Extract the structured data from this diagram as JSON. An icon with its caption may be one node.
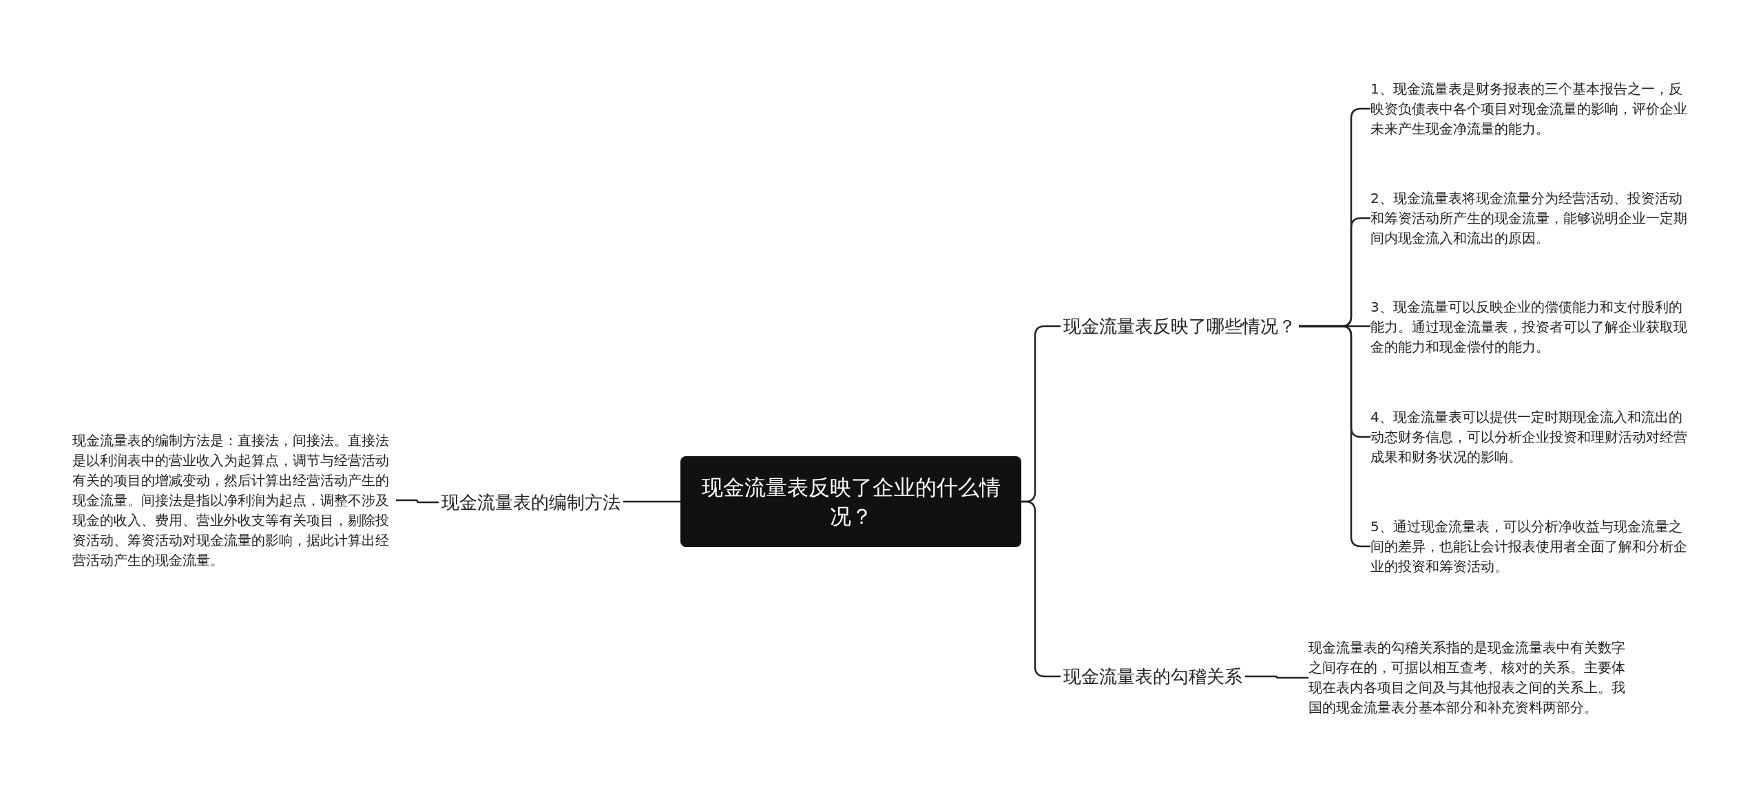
{
  "diagram": {
    "nodes": [
      {
        "text": [
          "现金流量表反映了企业的什么情况？"
        ]
      },
      {
        "text": [
          "现金流量表的编制方法"
        ]
      },
      {
        "text": [
          "现金流量表的编制方法是：直接法，间接法。直接法是以利润表中的营业收入为起算点，调节与经营活动有关的项目的增减变动，然后计算出经营活动产生的现金流量。间接法是指以净利润为起点，调整不涉及现金的收入、费用、营业外收支等有关项目，剔除投资活动、筹资活动对现金流量的影响，据此计算出经营活动产生的现金流量。"
        ]
      },
      {
        "text": [
          "现金流量表反映了哪些情况？"
        ]
      },
      {
        "text": [
          "1、现金流量表是财务报表的三个基本报告之一，反映资负债表中各个项目对现金流量的影响，评价企业未来产生现金净流量的能力。"
        ]
      },
      {
        "text": [
          "2、现金流量表将现金流量分为经营活动、投资活动和筹资活动所产生的现金流量，能够说明企业一定期间内现金流入和流出的原因。"
        ]
      },
      {
        "text": [
          "3、现金流量可以反映企业的偿债能力和支付股利的能力。通过现金流量表，投资者可以了解企业获取现金的能力和现金偿付的能力。"
        ]
      },
      {
        "text": [
          "4、现金流量表可以提供一定时期现金流入和流出的动态财务信息，可以分析企业投资和理财活动对经营成果和财务状况的影响。"
        ]
      },
      {
        "text": [
          "5、通过现金流量表，可以分析净收益与现金流量之间的差异，也能让会计报表使用者全面了解和分析企业的投资和筹资活动。"
        ]
      },
      {
        "text": [
          "现金流量表的勾稽关系"
        ]
      },
      {
        "text": [
          "现金流量表的勾稽关系指的是现金流量表中有关数字之间存在的，可据以相互查考、核对的关系。主要体现在表内各项目之间及与其他报表之间的关系上。我国的现金流量表分基本部分和补充资料两部分。"
        ]
      }
    ],
    "edges": [
      {
        "from": 0,
        "to": 1,
        "arrow": "none"
      },
      {
        "from": 1,
        "to": 2,
        "arrow": "none"
      },
      {
        "from": 0,
        "to": 3,
        "arrow": "none"
      },
      {
        "from": 3,
        "to": 4,
        "arrow": "none"
      },
      {
        "from": 3,
        "to": 5,
        "arrow": "none"
      },
      {
        "from": 3,
        "to": 6,
        "arrow": "none"
      },
      {
        "from": 3,
        "to": 7,
        "arrow": "none"
      },
      {
        "from": 3,
        "to": 8,
        "arrow": "none"
      },
      {
        "from": 0,
        "to": 9,
        "arrow": "none"
      },
      {
        "from": 9,
        "to": 10,
        "arrow": "none"
      }
    ]
  }
}
